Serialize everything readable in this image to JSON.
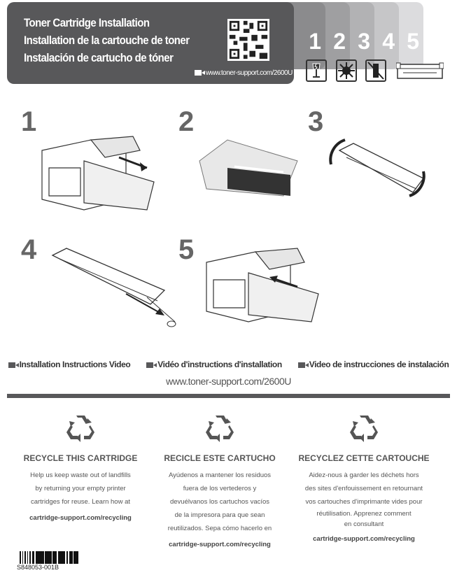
{
  "header": {
    "titles": [
      "Toner Cartridge Installation",
      "Installation de la cartouche de toner",
      "Instalación de cartucho de tóner"
    ],
    "url": "www.toner-support.com/2600U"
  },
  "steps": [
    "1",
    "2",
    "3",
    "4",
    "5"
  ],
  "warning_icons": [
    "fragile-icon",
    "no-light-icon",
    "no-stand-upright-icon",
    "cartridge-icon"
  ],
  "video": {
    "labels": [
      "Installation Instructions Video",
      "Vidéo d'instructions d'installation",
      "Video de instrucciones de instalación"
    ],
    "url": "www.toner-support.com/2600U"
  },
  "recycle": [
    {
      "heading": "RECYCLE THIS CARTRIDGE",
      "lines": [
        "Help us keep waste out of landfills",
        "by returning your empty printer",
        "cartridges for reuse. Learn how at"
      ],
      "link": "cartridge-support.com/recycling"
    },
    {
      "heading": "RECICLE ESTE CARTUCHO",
      "lines": [
        "Ayúdenos a mantener los residuos",
        "fuera de los vertederos y",
        "devuélvanos los cartuchos vacíos",
        "de la impresora para que sean",
        "reutilizados. Sepa cómo hacerlo en"
      ],
      "link": "cartridge-support.com/recycling"
    },
    {
      "heading": "RECYCLEZ CETTE CARTOUCHE",
      "lines": [
        "Aidez-nous à garder les déchets hors",
        "des sites d'enfouissement en retournant",
        "vos cartouches d'imprimante vides pour",
        "réutilisation. Apprenez comment",
        "en consultant"
      ],
      "link": "cartridge-support.com/recycling"
    }
  ],
  "part_number": "S848053-001B",
  "colors": {
    "header": "#58585a",
    "tabs": [
      "#8a8a8c",
      "#9d9d9f",
      "#b0b0b2",
      "#c3c3c5",
      "#d6d6d8"
    ]
  }
}
